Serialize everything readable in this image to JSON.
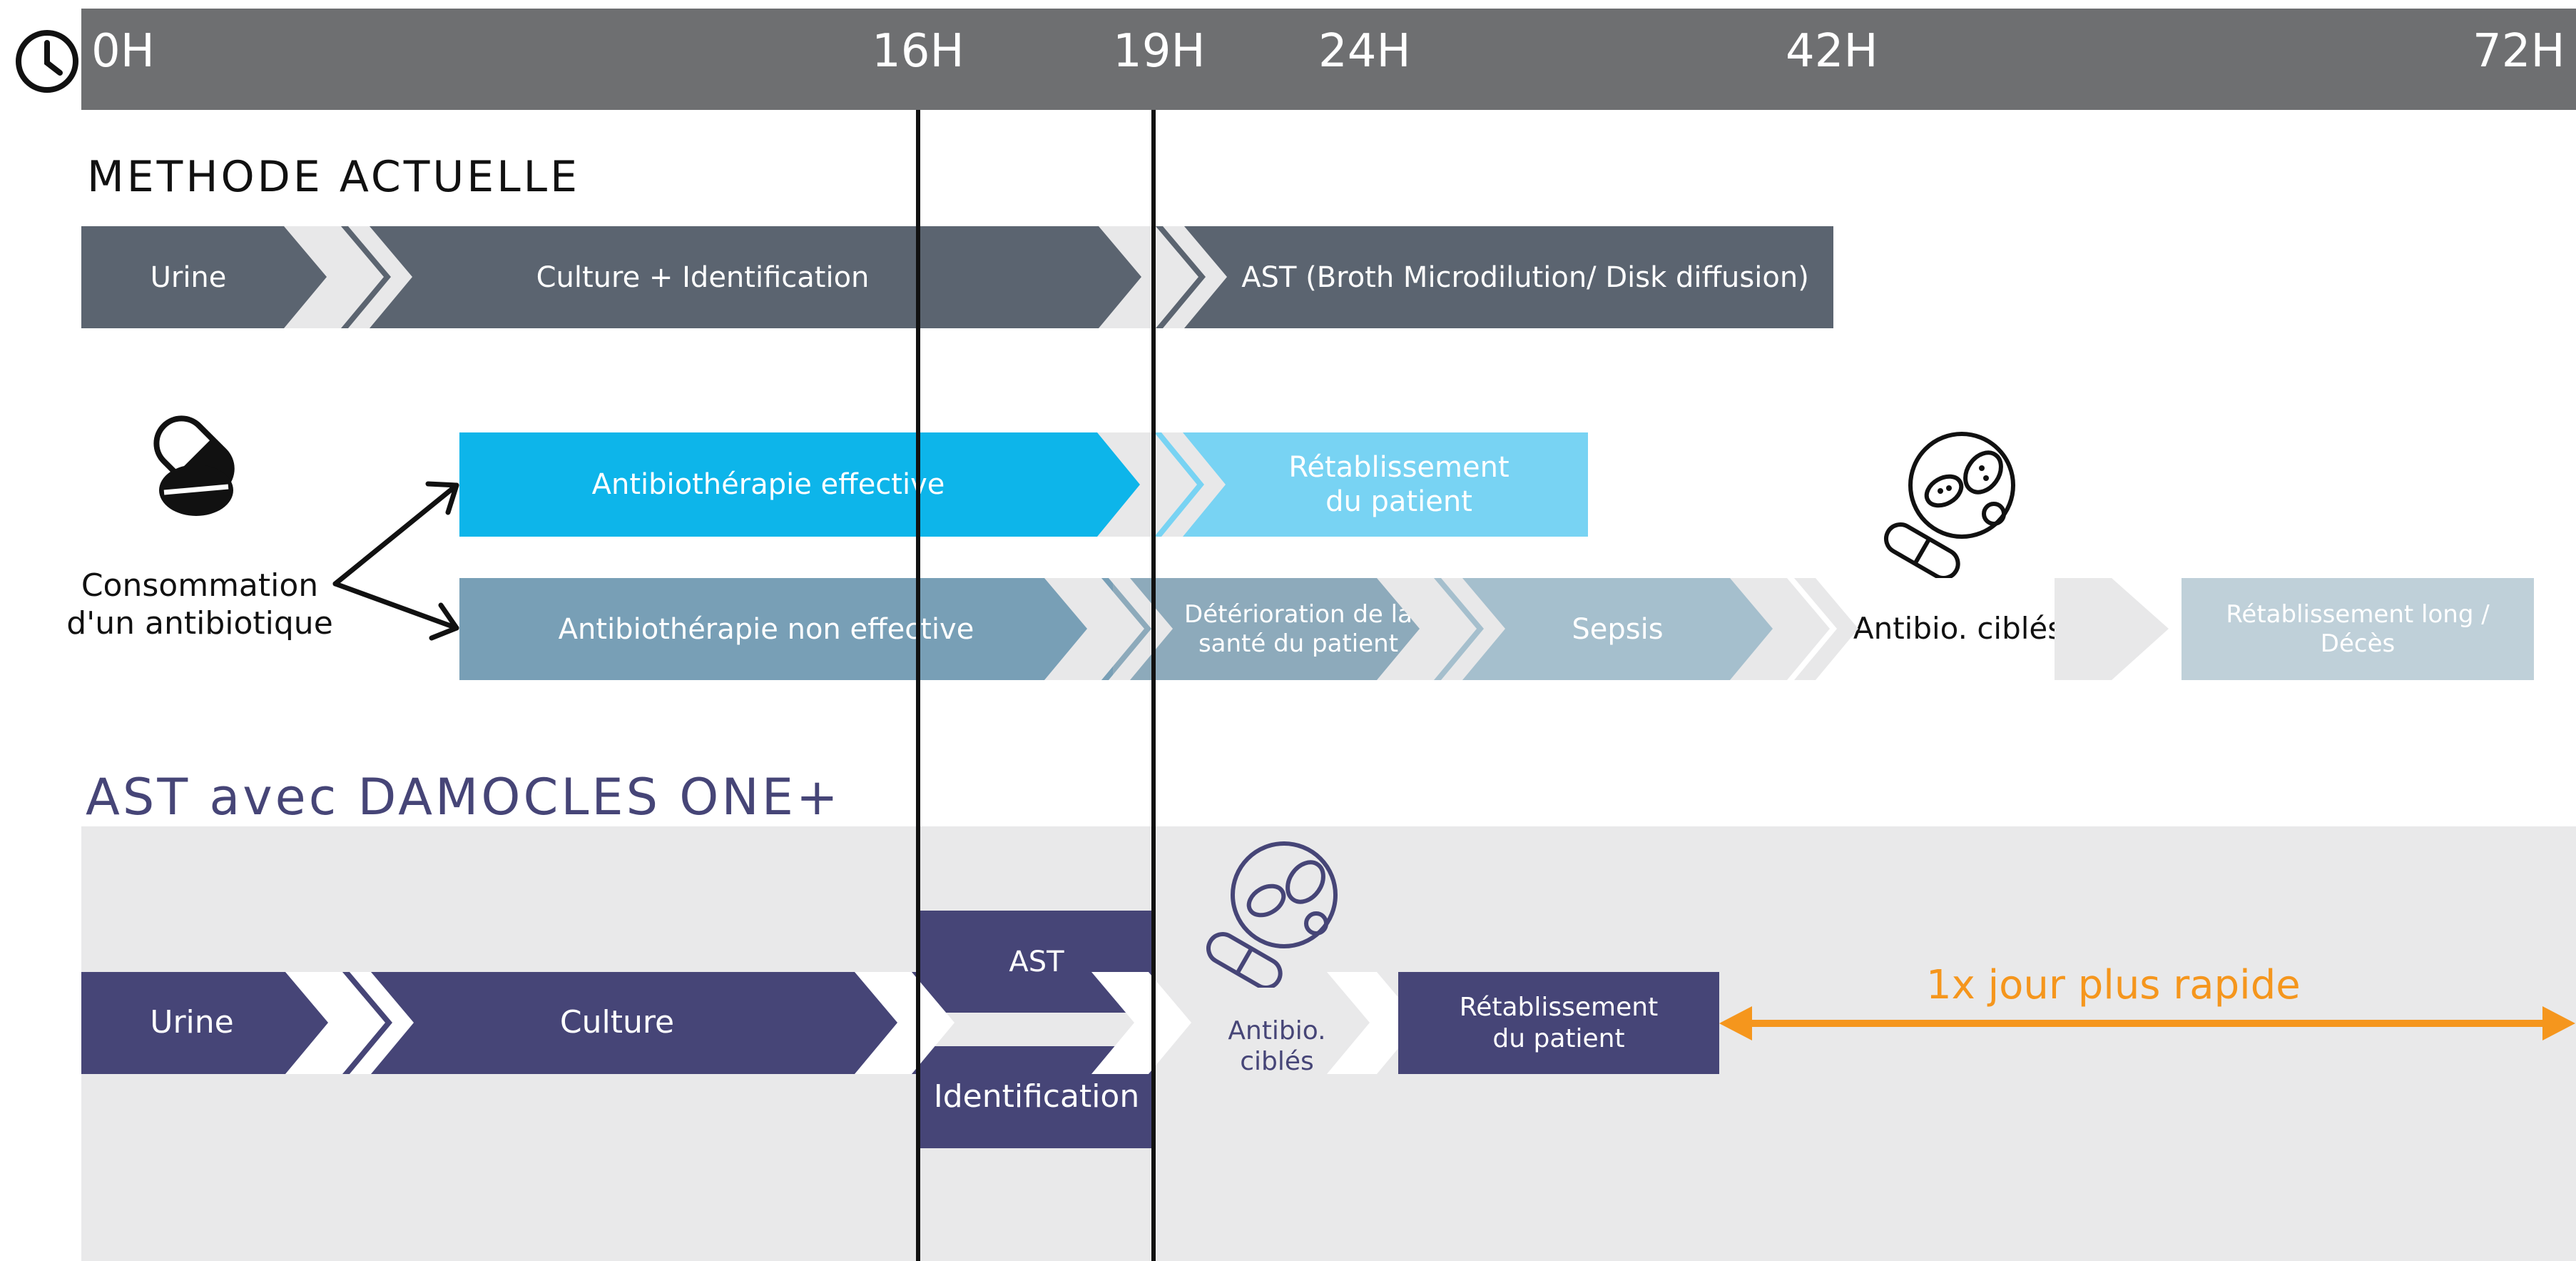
{
  "timeline": {
    "ticks": [
      "0H",
      "16H",
      "19H",
      "24H",
      "42H",
      "72H"
    ],
    "icon": "clock-icon"
  },
  "methode_actuelle": {
    "title": "METHODE ACTUELLE",
    "steps": [
      "Urine",
      "Culture + Identification",
      "AST (Broth Microdilution/ Disk diffusion)"
    ],
    "start_label": "Consommation\nd'un antibiotique",
    "effective_branch": [
      "Antibiothérapie effective",
      "Rétablissement\ndu patient"
    ],
    "non_effective_branch": [
      "Antibiothérapie non effective",
      "Détérioration de la\nsanté du patient",
      "Sepsis",
      "Antibio. ciblés",
      "Rétablissement long /\nDécès"
    ]
  },
  "damocles": {
    "title": "AST avec DAMOCLES ONE+",
    "steps": [
      "Urine",
      "Culture",
      "AST",
      "Identification",
      "Antibio.\nciblés",
      "Rétablissement\ndu patient"
    ],
    "gain_label": "1x jour plus rapide"
  },
  "colors": {
    "timebar": "#6e6f71",
    "methode": "#5b6470",
    "effective": "#0db5ea",
    "effective_light": "#78d3f3",
    "non_effective": "#789fb6",
    "deterioration": "#8daabb",
    "sepsis": "#a5bfcd",
    "long": "#bfd0d9",
    "damocles": "#464577",
    "panel": "#e9e9ea",
    "arrow": "#f5961d",
    "chevron_gap": "#e8e8e9"
  }
}
